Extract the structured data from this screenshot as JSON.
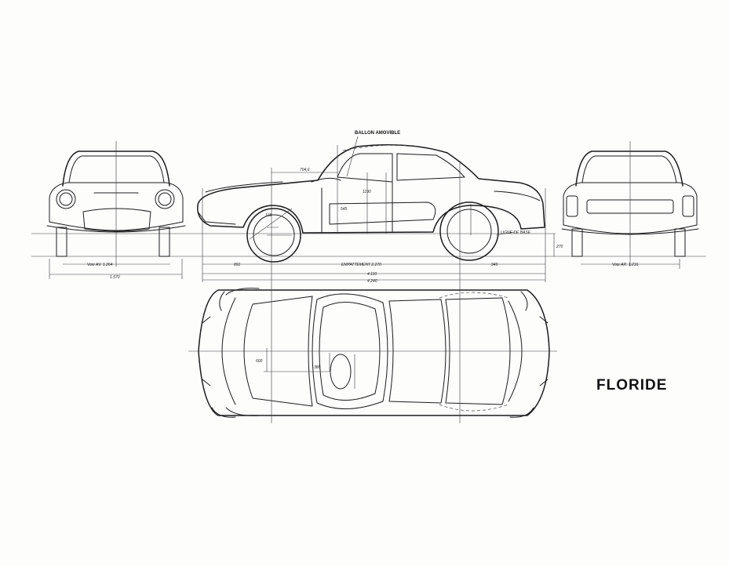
{
  "title": "FLORIDE",
  "labels": {
    "ballon": "BALLON AMOVIBLE",
    "d704": "704,6",
    "voie_av": "Voie AV. 1.264",
    "w1570": "1.570",
    "voie_ar": "Voie AR. 1.216",
    "d891": "891",
    "empattement": "EMPATTEMENT 2.270",
    "d949": "949",
    "d4110": "4.110",
    "d4240": "4.240",
    "ligne_base": "LIGNE DE BASE",
    "d270": "270",
    "d118": "118",
    "d1190": "1190",
    "d545": "545",
    "d388": "388",
    "d600": "600"
  }
}
